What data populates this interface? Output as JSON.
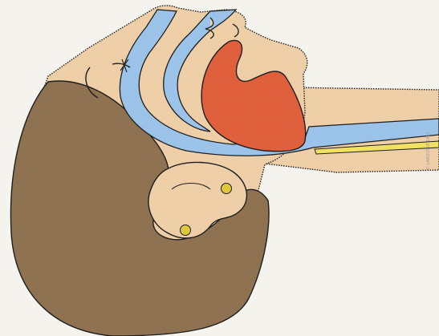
{
  "diagram": {
    "subject": "head-in-profile-airway",
    "regions": [
      {
        "name": "skin",
        "color": "#efcfa8"
      },
      {
        "name": "hair",
        "color": "#8f7250"
      },
      {
        "name": "airway",
        "color": "#9cc4ea"
      },
      {
        "name": "tongue",
        "color": "#e0603c"
      },
      {
        "name": "esophagus-line",
        "color": "#f2e163"
      },
      {
        "name": "ear-marker",
        "color": "#ddc93a"
      }
    ],
    "outline_color": "#1f1f1f",
    "credit_text": "© LAROUSSE 1991"
  }
}
